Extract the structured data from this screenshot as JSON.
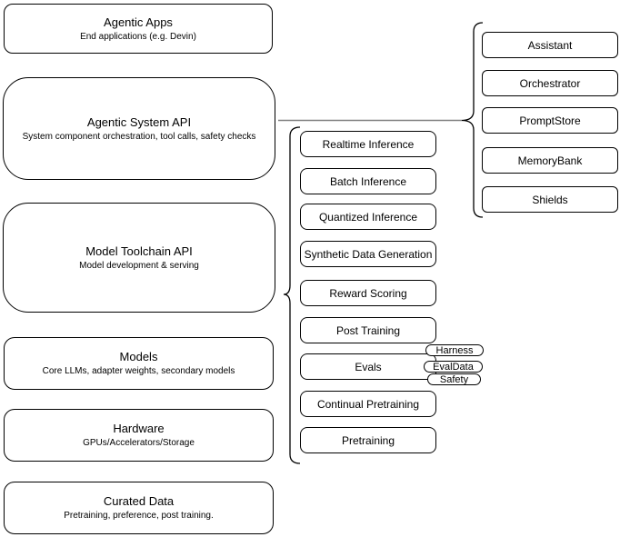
{
  "layers": [
    {
      "title": "Agentic Apps",
      "subtitle": "End applications (e.g. Devin)"
    },
    {
      "title": "Agentic System API",
      "subtitle": "System component orchestration, tool calls, safety checks"
    },
    {
      "title": "Model Toolchain API",
      "subtitle": "Model development & serving"
    },
    {
      "title": "Models",
      "subtitle": "Core LLMs, adapter weights, secondary models"
    },
    {
      "title": "Hardware",
      "subtitle": "GPUs/Accelerators/Storage"
    },
    {
      "title": "Curated Data",
      "subtitle": "Pretraining, preference, post training."
    }
  ],
  "toolchain_items": [
    "Realtime Inference",
    "Batch Inference",
    "Quantized Inference",
    "Synthetic Data Generation",
    "Reward Scoring",
    "Post Training",
    "Evals",
    "Continual Pretraining",
    "Pretraining"
  ],
  "evals_badges": [
    "Harness",
    "EvalData",
    "Safety"
  ],
  "system_items": [
    "Assistant",
    "Orchestrator",
    "PromptStore",
    "MemoryBank",
    "Shields"
  ],
  "colors": {
    "stroke": "#000000",
    "fill": "#ffffff",
    "connector": "#808080"
  }
}
